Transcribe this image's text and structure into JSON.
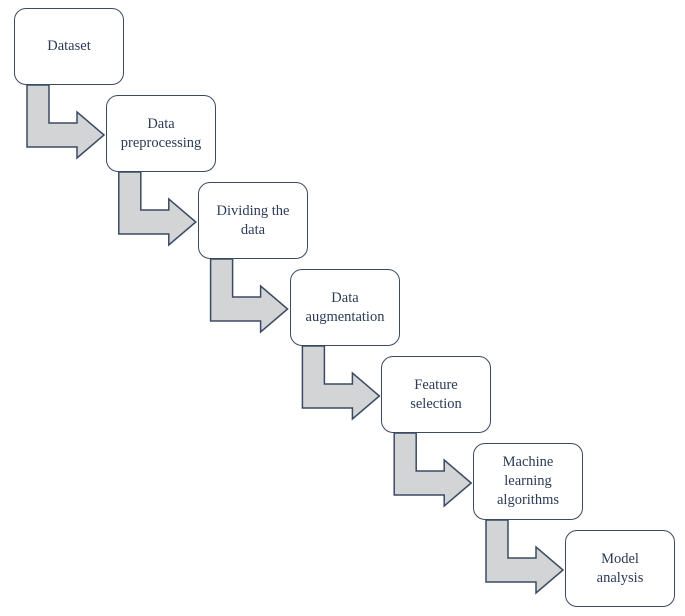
{
  "diagram": {
    "type": "staircase-flowchart",
    "box_border_color": "#3b4a63",
    "text_color": "#2c3a55",
    "arrow_fill_color": "#d3d4d6",
    "arrow_stroke_color": "#3b4a63",
    "steps": [
      {
        "label": "Dataset"
      },
      {
        "label": "Data\npreprocessing"
      },
      {
        "label": "Dividing the\ndata"
      },
      {
        "label": "Data\naugmentation"
      },
      {
        "label": "Feature\nselection"
      },
      {
        "label": "Machine\nlearning\nalgorithms"
      },
      {
        "label": "Model\nanalysis"
      }
    ]
  }
}
